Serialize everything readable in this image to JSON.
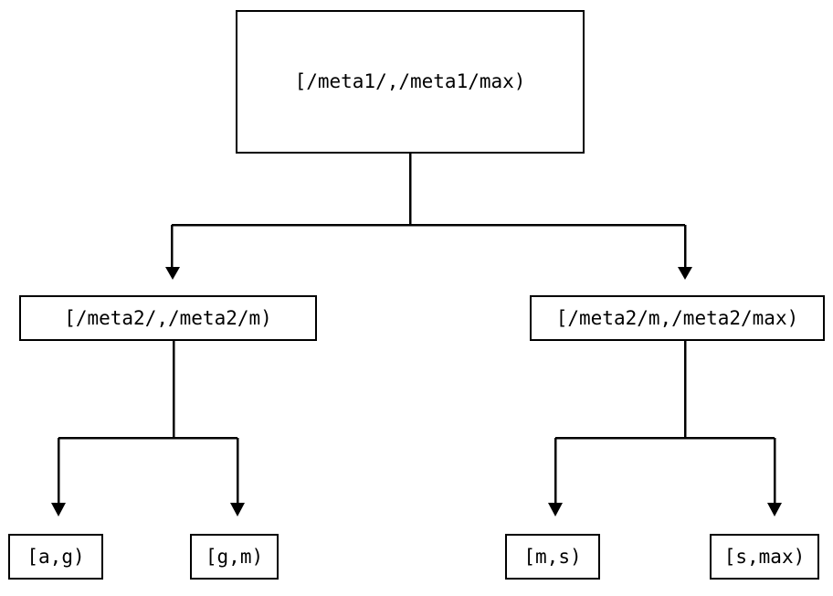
{
  "diagram": {
    "type": "tree",
    "title": "",
    "background_color": "#ffffff",
    "line_color": "#000000",
    "text_color": "#000000",
    "levels": [
      {
        "name": "root",
        "nodes": [
          {
            "id": "root",
            "label": "[/meta1/,/meta1/max)"
          }
        ]
      },
      {
        "name": "middle",
        "nodes": [
          {
            "id": "mid-left",
            "label": "[/meta2/,/meta2/m)"
          },
          {
            "id": "mid-right",
            "label": "[/meta2/m,/meta2/max)"
          }
        ]
      },
      {
        "name": "leaves",
        "nodes": [
          {
            "id": "leaf-1",
            "label": "[a,g)"
          },
          {
            "id": "leaf-2",
            "label": "[g,m)"
          },
          {
            "id": "leaf-3",
            "label": "[m,s)"
          },
          {
            "id": "leaf-4",
            "label": "[s,max)"
          }
        ]
      }
    ],
    "edges": [
      {
        "from": "root",
        "to": "mid-left",
        "arrow": "triangle-down"
      },
      {
        "from": "root",
        "to": "mid-right",
        "arrow": "triangle-down"
      },
      {
        "from": "mid-left",
        "to": "leaf-1",
        "arrow": "triangle-down"
      },
      {
        "from": "mid-left",
        "to": "leaf-2",
        "arrow": "triangle-down"
      },
      {
        "from": "mid-right",
        "to": "leaf-3",
        "arrow": "triangle-down"
      },
      {
        "from": "mid-right",
        "to": "leaf-4",
        "arrow": "triangle-down"
      }
    ]
  }
}
